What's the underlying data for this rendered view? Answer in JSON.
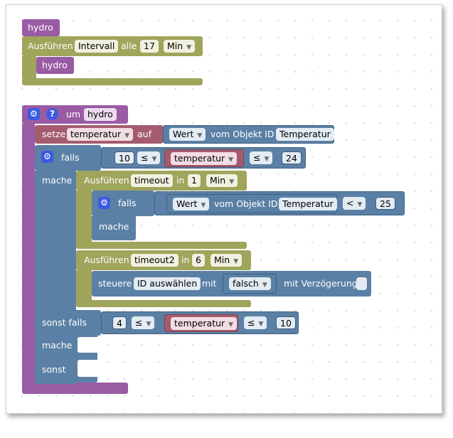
{
  "colors": {
    "procedure": "#9a5ba5",
    "timer": "#9fa55b",
    "logic": "#5b80a5",
    "variable": "#a55b6f"
  },
  "block1": {
    "proc_name": "hydro",
    "run_label": "Ausführen",
    "interval": "Intervall",
    "every": "alle",
    "count": "17",
    "unit": "Min",
    "call": "hydro"
  },
  "block2": {
    "gear_icon": "gear-icon",
    "help_icon": "?",
    "um": "um",
    "proc_name": "hydro",
    "set_label": "setze",
    "set_var": "temperatur",
    "set_to": "auf",
    "value_label": "Wert",
    "of_object": "vom Objekt ID",
    "object_id": "Temperatur",
    "if_label": "falls",
    "if_low": "10",
    "op1": "≤",
    "if_var": "temperatur",
    "op2": "≤",
    "if_high": "24",
    "do_label": "mache",
    "timeout1": {
      "run_label": "Ausführen",
      "name": "timeout",
      "in": "in",
      "count": "1",
      "unit": "Min",
      "if_label": "falls",
      "value_label": "Wert",
      "of_object": "vom Objekt ID",
      "object_id": "Temperatur",
      "op": "<",
      "limit": "25",
      "do_label": "mache"
    },
    "timeout2": {
      "run_label": "Ausführen",
      "name": "timeout2",
      "in": "in",
      "count": "6",
      "unit": "Min",
      "control": "steuere",
      "select_id": "ID auswählen",
      "with": "mit",
      "value": "falsch",
      "with_delay": "mit Verzögerung"
    },
    "elseif_label": "sonst falls",
    "elif_low": "4",
    "op3": "≤",
    "elif_var": "temperatur",
    "op4": "≤",
    "elif_high": "10",
    "elif_do": "mache",
    "else_label": "sonst"
  }
}
